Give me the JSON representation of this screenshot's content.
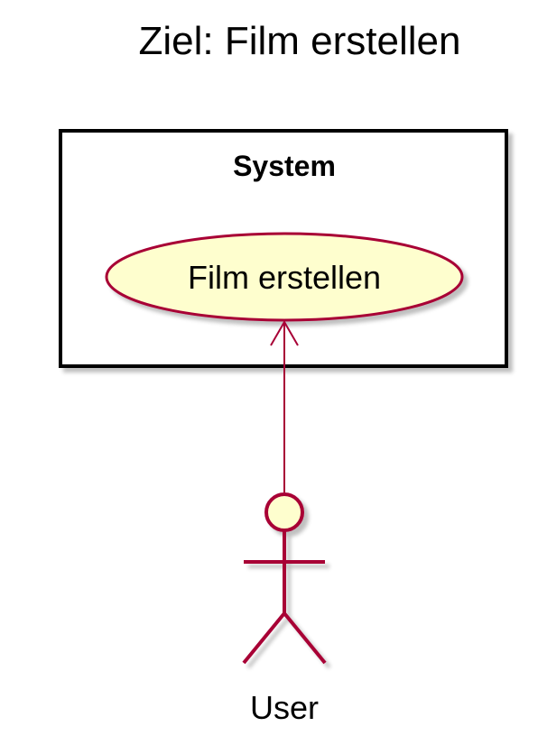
{
  "title": "Ziel: Film erstellen",
  "system": {
    "label": "System"
  },
  "use_case": {
    "label": "Film erstellen"
  },
  "actor": {
    "label": "User"
  },
  "colors": {
    "border": "#A80036",
    "fill": "#FEFECE",
    "frame": "#000000",
    "shadow": "#C8C8C8"
  }
}
